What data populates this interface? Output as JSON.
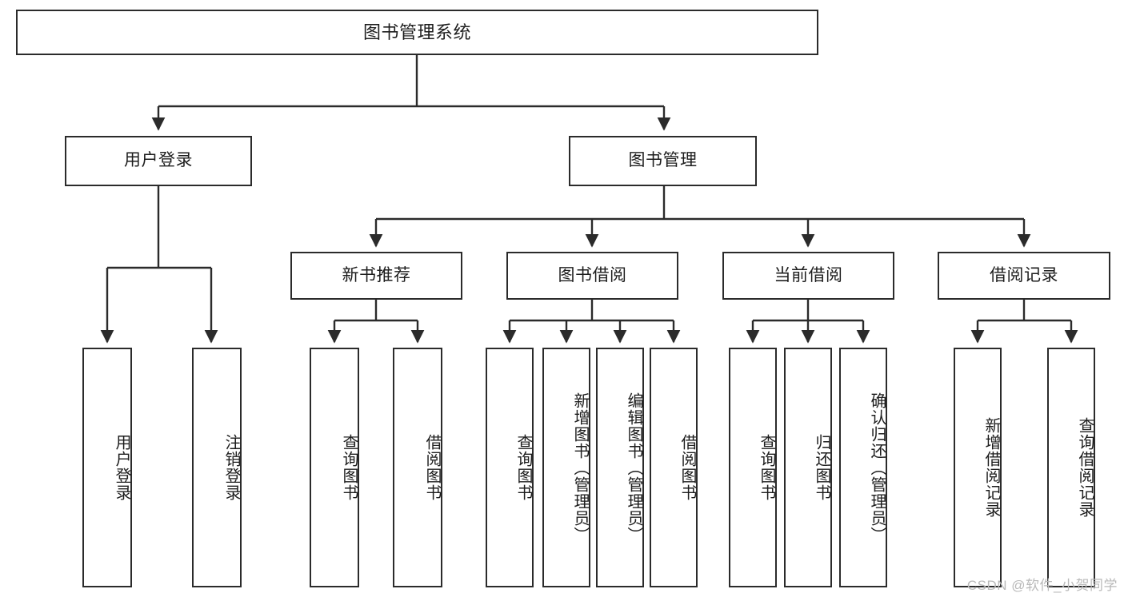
{
  "diagram": {
    "type": "tree",
    "title": "图书管理系统",
    "root": {
      "label": "图书管理系统"
    },
    "level2": [
      {
        "label": "用户登录"
      },
      {
        "label": "图书管理"
      }
    ],
    "level3": [
      {
        "label": "新书推荐"
      },
      {
        "label": "图书借阅"
      },
      {
        "label": "当前借阅"
      },
      {
        "label": "借阅记录"
      }
    ],
    "leaves_user_login": [
      {
        "label": "用户登录"
      },
      {
        "label": "注销登录"
      }
    ],
    "leaves_new_book": [
      {
        "label": "查询图书"
      },
      {
        "label": "借阅图书"
      }
    ],
    "leaves_borrow": [
      {
        "label": "查询图书"
      },
      {
        "label": "新增图书（管理员）"
      },
      {
        "label": "编辑图书（管理员）"
      },
      {
        "label": "借阅图书"
      }
    ],
    "leaves_current": [
      {
        "label": "查询图书"
      },
      {
        "label": "归还图书"
      },
      {
        "label": "确认归还（管理员）"
      }
    ],
    "leaves_record": [
      {
        "label": "新增借阅记录"
      },
      {
        "label": "查询借阅记录"
      }
    ]
  },
  "watermark": {
    "text": "CSDN @软件_小贺同学"
  },
  "colors": {
    "stroke": "#2b2b2b",
    "fill": "#ffffff",
    "text": "#1d1d1d",
    "watermark": "#b9b9b9"
  }
}
